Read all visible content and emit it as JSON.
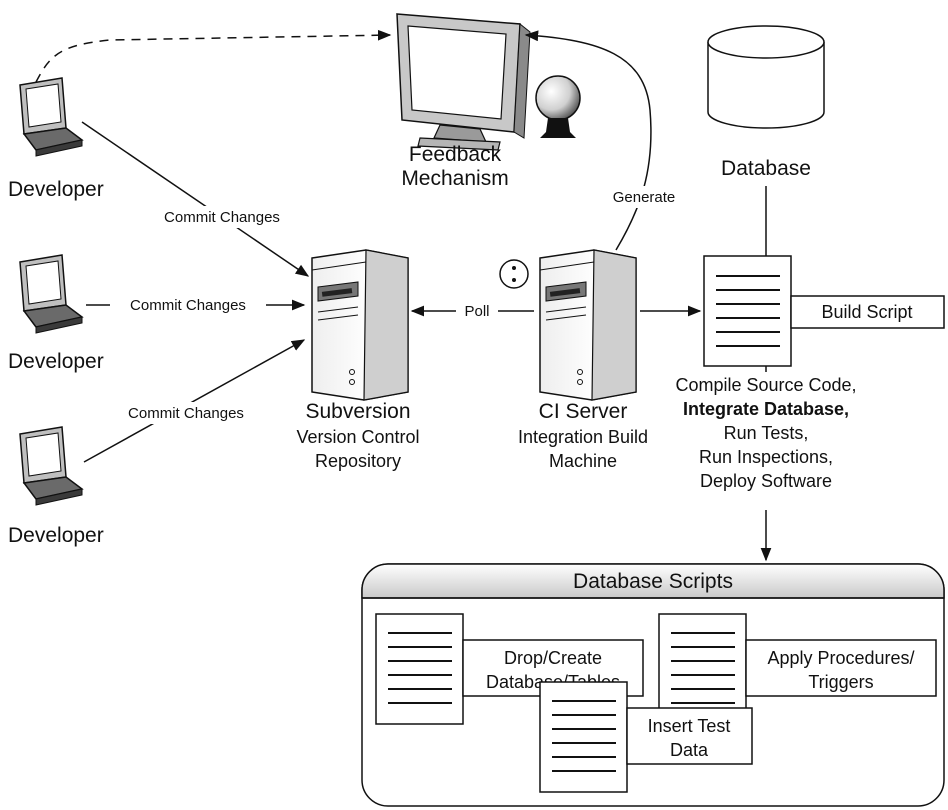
{
  "developers": [
    {
      "label": "Developer",
      "commit_label": "Commit Changes"
    },
    {
      "label": "Developer",
      "commit_label": "Commit Changes"
    },
    {
      "label": "Developer",
      "commit_label": "Commit Changes"
    }
  ],
  "feedback": {
    "line1": "Feedback",
    "line2": "Mechanism"
  },
  "generate_label": "Generate",
  "poll_label": "Poll",
  "subversion": {
    "title": "Subversion",
    "line1": "Version Control",
    "line2": "Repository"
  },
  "ci_server": {
    "title": "CI Server",
    "line1": "Integration Build",
    "line2": "Machine"
  },
  "database": {
    "label": "Database"
  },
  "build_script": {
    "label": "Build Script",
    "steps": [
      "Compile Source Code,",
      "Integrate Database,",
      "Run Tests,",
      "Run Inspections,",
      "Deploy Software"
    ]
  },
  "db_scripts": {
    "title": "Database Scripts",
    "scripts": [
      {
        "line1": "Drop/Create",
        "line2": "Database/Tables"
      },
      {
        "line1": "Apply Procedures/",
        "line2": "Triggers"
      },
      {
        "line1": "Insert Test",
        "line2": "Data"
      }
    ]
  },
  "colors": {
    "stroke": "#111111",
    "fill": "#ffffff",
    "server_gray": "#cfcfcf",
    "monitor_gray": "#c8c8c8",
    "header_gradient_top": "#ffffff",
    "header_gradient_bottom": "#c9c9c9"
  }
}
